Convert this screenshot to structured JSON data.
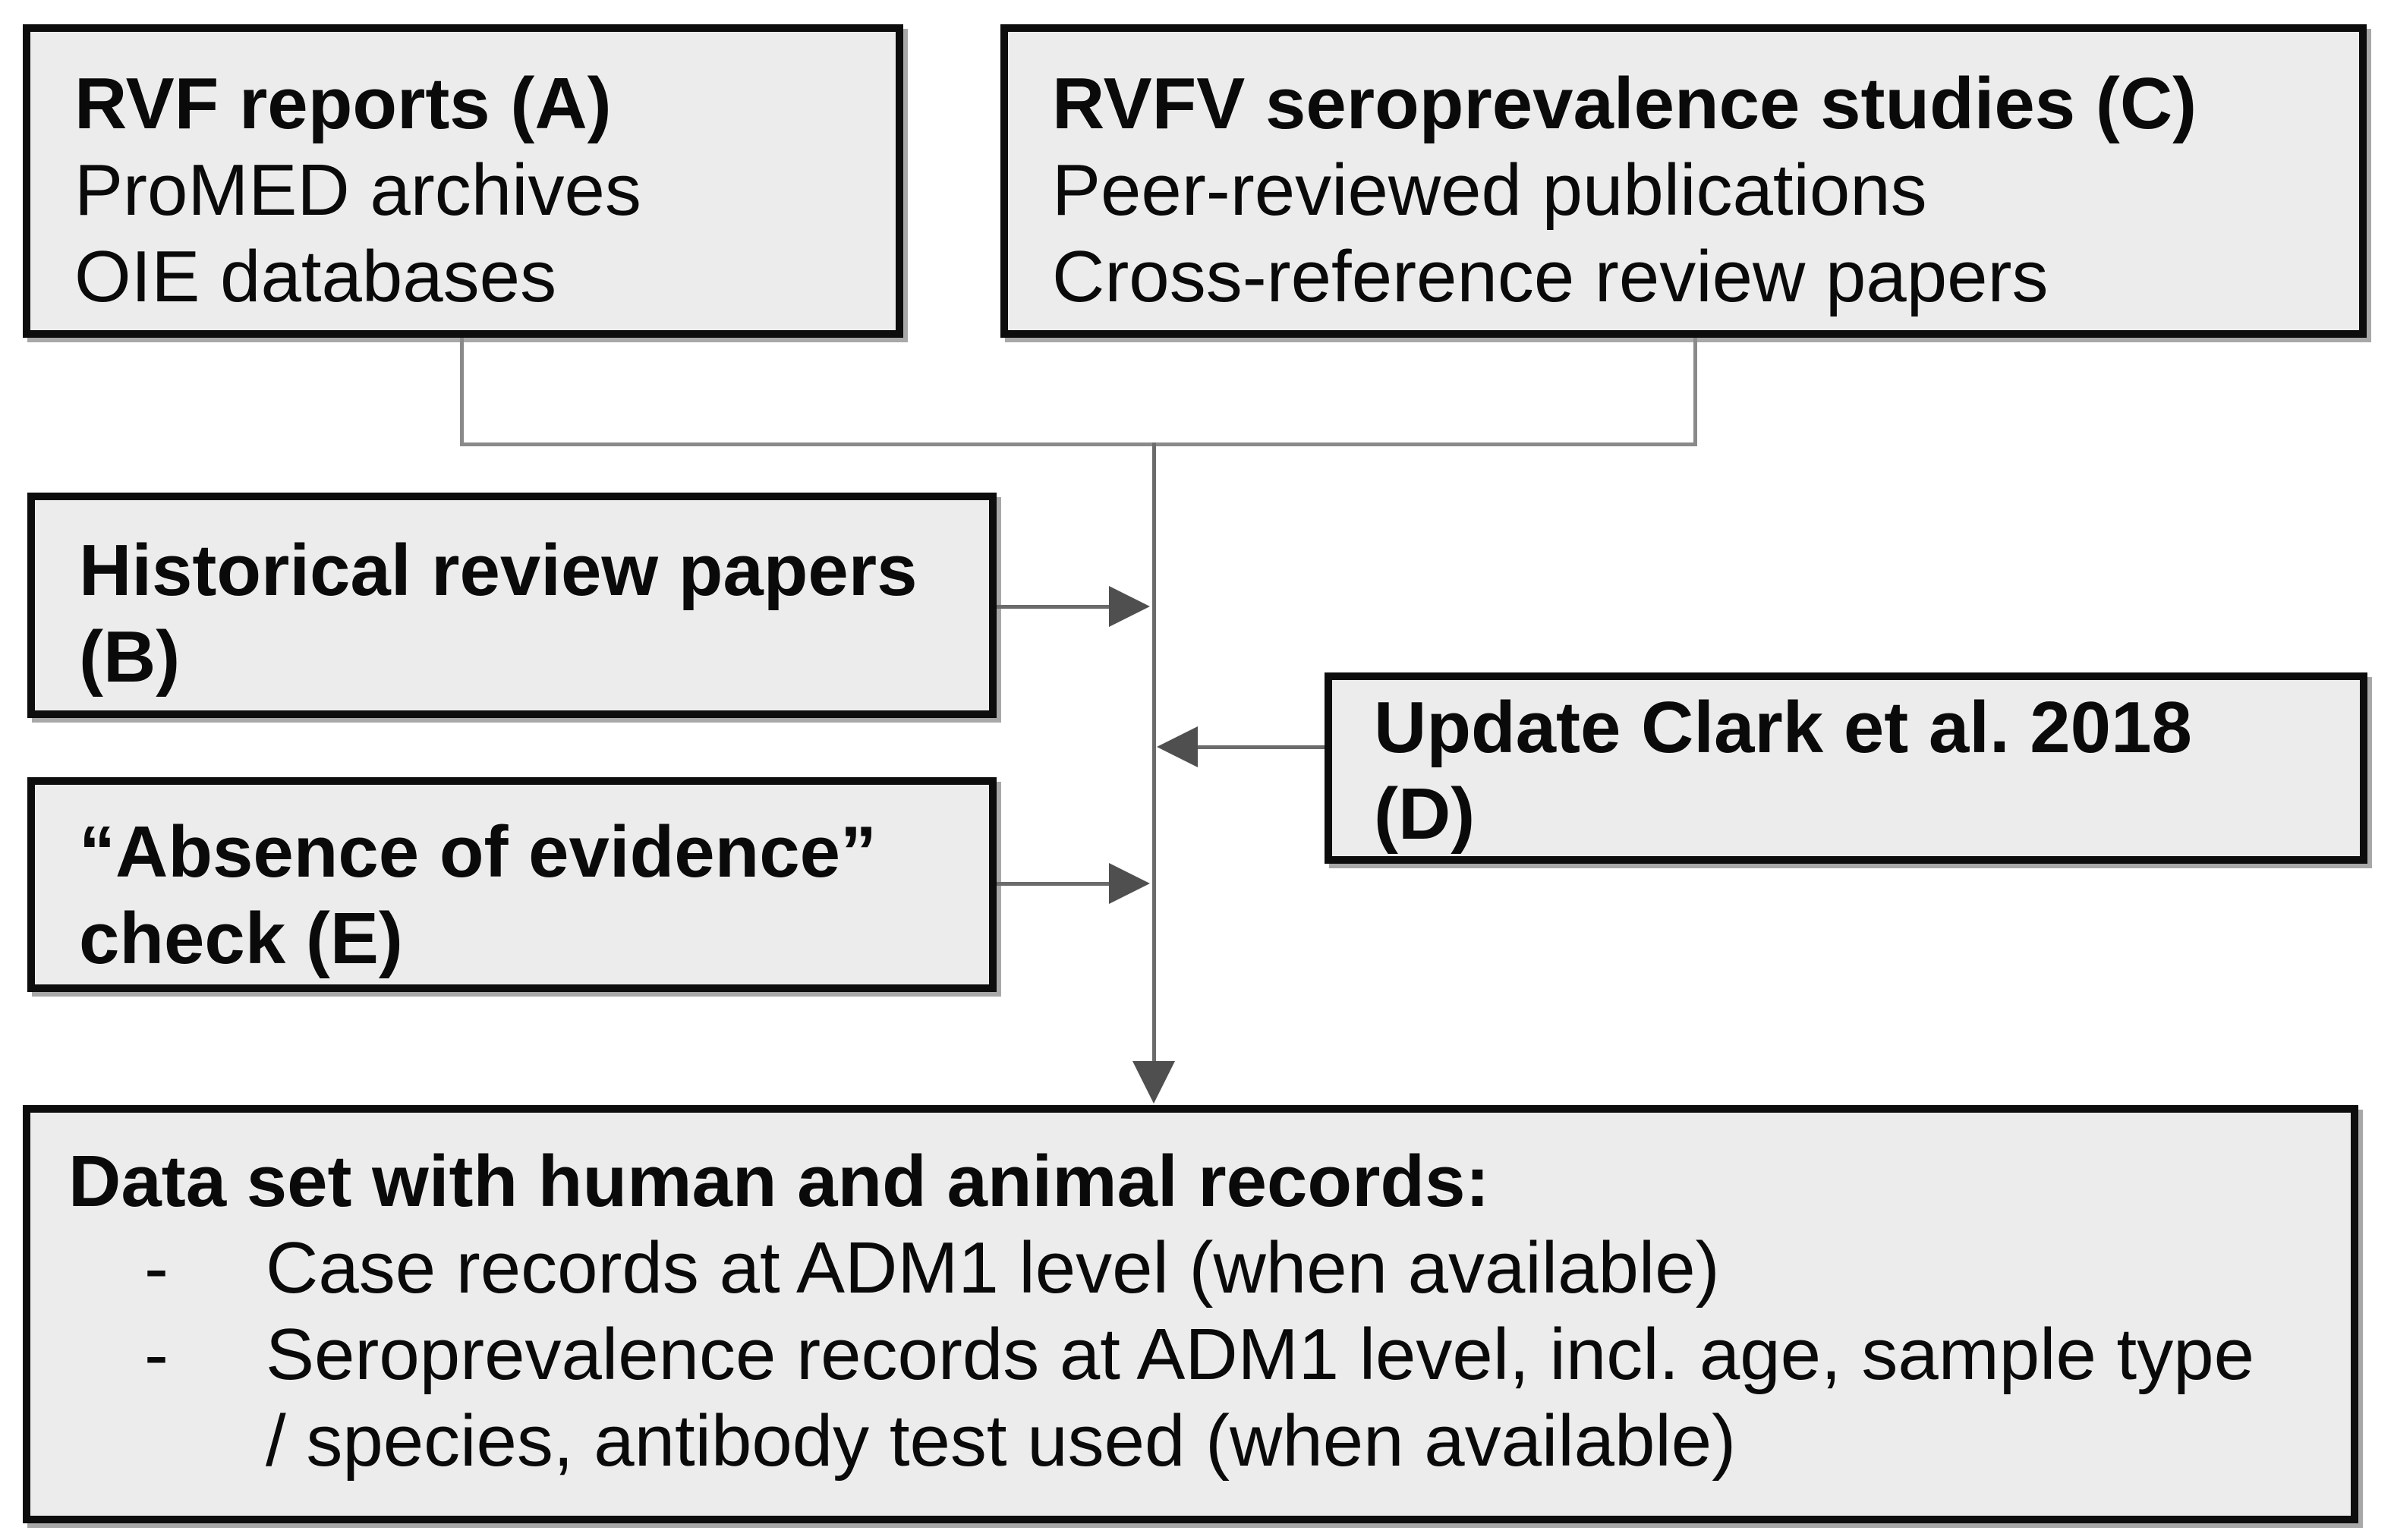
{
  "figure": {
    "type": "flowchart",
    "boxes": {
      "a": {
        "title": "RVF reports (A)",
        "lines": [
          "ProMED archives",
          "OIE databases"
        ]
      },
      "c": {
        "title": "RVFV seroprevalence studies (C)",
        "lines": [
          "Peer-reviewed publications",
          "Cross-reference review papers"
        ]
      },
      "b": {
        "title_line1": "Historical review papers",
        "title_line2": "(B)"
      },
      "d": {
        "title_line1": "Update Clark et al. 2018",
        "title_line2": "(D)"
      },
      "e": {
        "title_line1": "“Absence of evidence”",
        "title_line2": "check (E)"
      },
      "f": {
        "title": "Data set with human and animal records:",
        "bullets": [
          {
            "dash": "-",
            "lines": [
              "Case records at ADM1 level (when available)"
            ]
          },
          {
            "dash": "-",
            "lines": [
              "Seroprevalence records at ADM1 level, incl. age, sample type",
              "/ species, antibody test used (when available)"
            ]
          }
        ]
      }
    },
    "connectors": {
      "description": "Boxes A and C merge into a vertical line; boxes B, D, E point into it; the line ends in a down arrow into the data set box"
    },
    "colors": {
      "background": "#ffffff",
      "box_fill": "#ececec",
      "box_border": "#0d0d0d",
      "box_shadow": "#a8a8a8",
      "connector_line": "#8a8a8a",
      "connector_line_dark": "#6b6b6b",
      "arrowhead": "#4f4f4f",
      "text": "#0a0a0a"
    }
  }
}
